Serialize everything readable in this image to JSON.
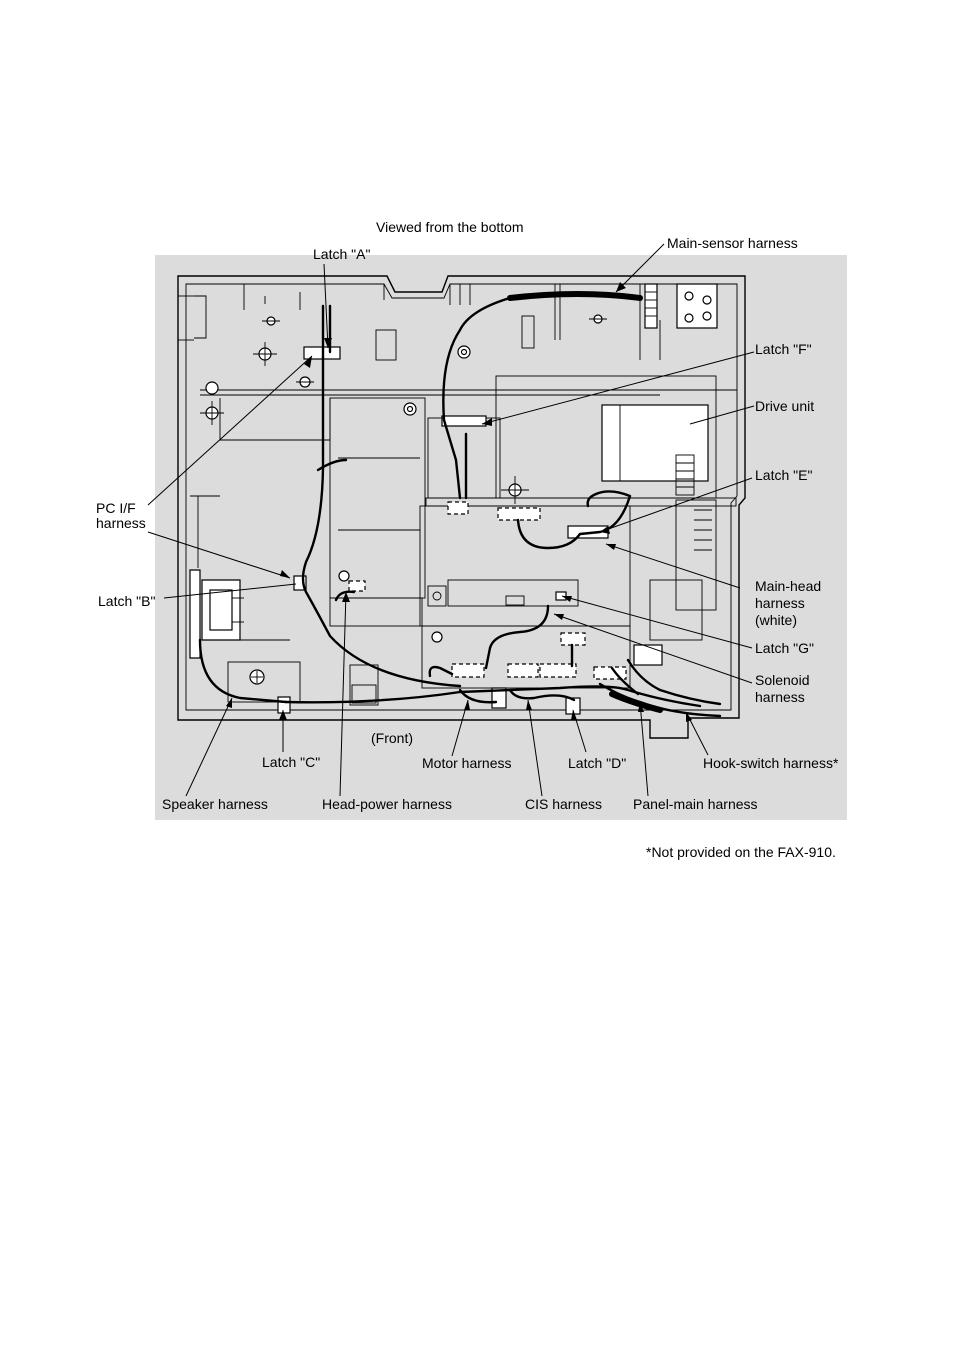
{
  "figure": {
    "view_caption": "Viewed from the bottom",
    "front_caption": "(Front)",
    "footnote": "*Not provided on the FAX-910."
  },
  "labels": {
    "main_sensor_harness": "Main-sensor harness",
    "latch_a": "Latch \"A\"",
    "latch_b": "Latch \"B\"",
    "latch_c": "Latch \"C\"",
    "latch_d": "Latch \"D\"",
    "latch_e": "Latch \"E\"",
    "latch_f": "Latch \"F\"",
    "latch_g": "Latch \"G\"",
    "drive_unit": "Drive unit",
    "pc_if_harness_line1": "PC I/F",
    "pc_if_harness_line2": "harness",
    "main_head_harness_line1": "Main-head",
    "main_head_harness_line2": "harness",
    "main_head_harness_line3": "(white)",
    "solenoid_harness_line1": "Solenoid",
    "solenoid_harness_line2": "harness",
    "hook_switch_harness": "Hook-switch harness*",
    "speaker_harness": "Speaker harness",
    "head_power_harness": "Head-power harness",
    "motor_harness": "Motor harness",
    "cis_harness": "CIS harness",
    "panel_main_harness": "Panel-main harness"
  }
}
